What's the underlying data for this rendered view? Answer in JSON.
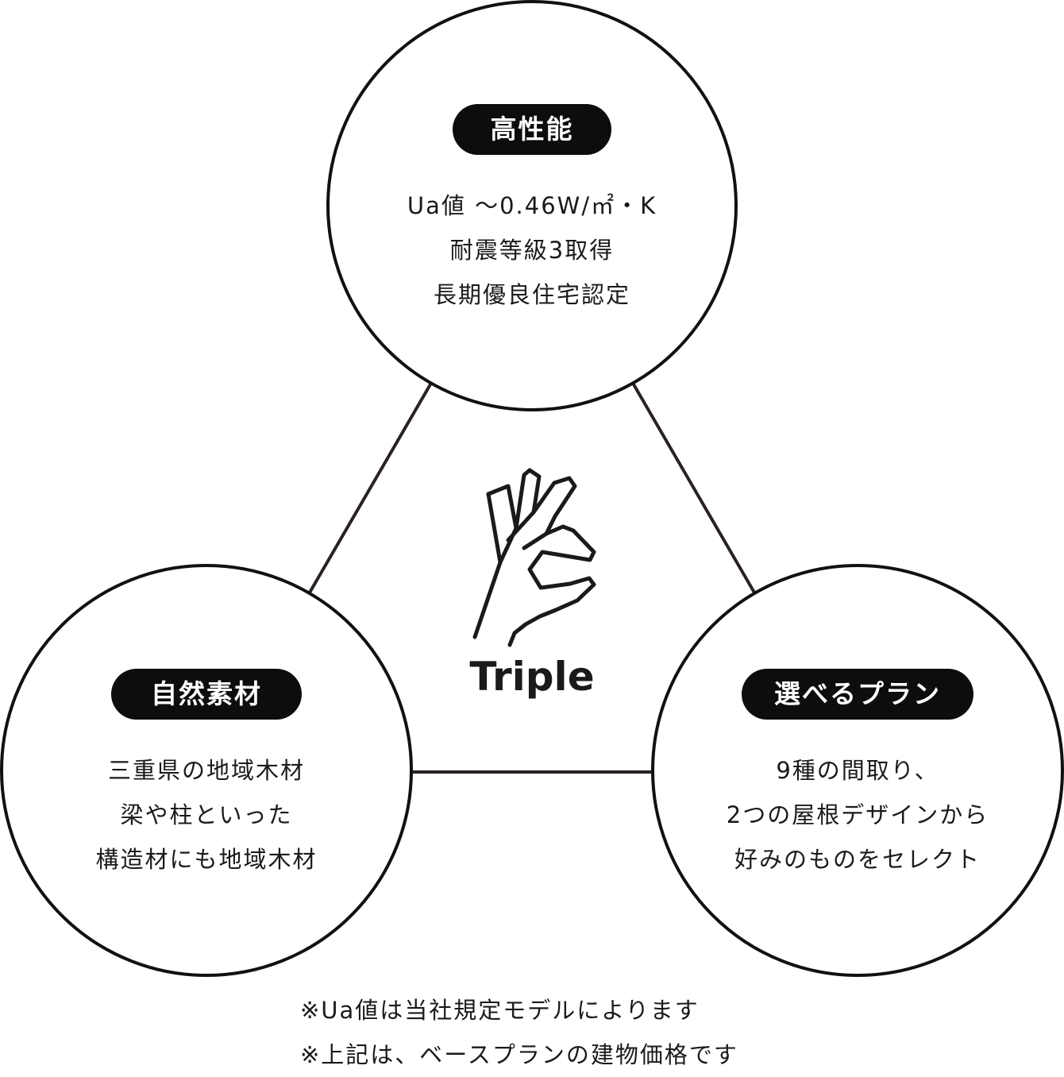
{
  "center": {
    "logo_icon": "ok-hand-gesture-icon",
    "label": "Triple"
  },
  "circles": {
    "top": {
      "title": "高性能",
      "lines": [
        "Ua値 〜0.46W/㎡・K",
        "耐震等級3取得",
        "長期優良住宅認定"
      ]
    },
    "left": {
      "title": "自然素材",
      "lines": [
        "三重県の地域木材",
        "梁や柱といった",
        "構造材にも地域木材"
      ]
    },
    "right": {
      "title": "選べるプラン",
      "lines": [
        "9種の間取り、",
        "2つの屋根デザインから",
        "好みのものをセレクト"
      ]
    }
  },
  "notes": [
    "※Ua値は当社規定モデルによります",
    "※上記は、ベースプランの建物価格です"
  ],
  "colors": {
    "ink": "#111111",
    "pill_background": "#0d0d0d",
    "pill_text": "#ffffff",
    "background": "#ffffff"
  }
}
